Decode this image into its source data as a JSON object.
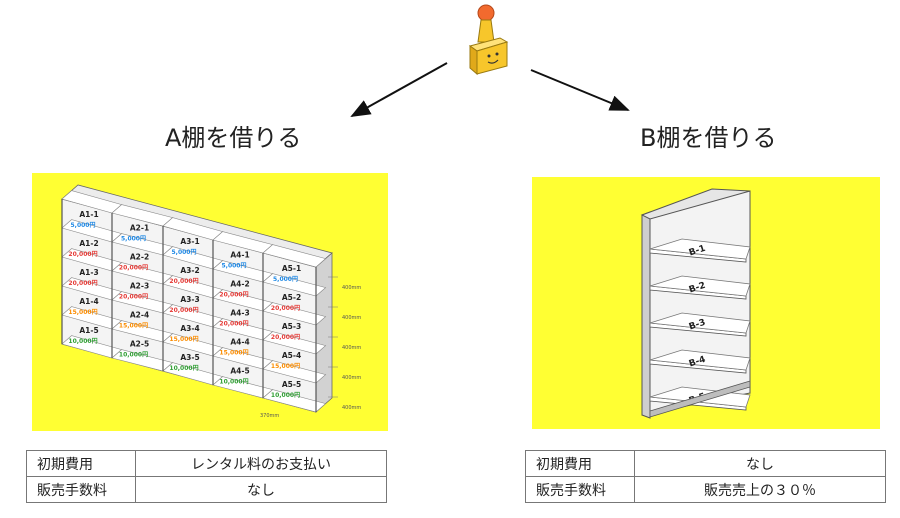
{
  "colors": {
    "panel_bg": "#ffff33",
    "price_blue": "#1e88e5",
    "price_red": "#e53935",
    "price_orange": "#fb8c00",
    "price_green": "#2e9e32",
    "mascot_head": "#f26a2e",
    "mascot_body": "#f7c62b"
  },
  "icons": {
    "mascot": "robot-mascot-icon"
  },
  "option_a": {
    "title": "A棚を借りる",
    "columns": [
      {
        "cells": [
          {
            "label": "A1-1",
            "price": "5,000円",
            "color": "blue"
          },
          {
            "label": "A1-2",
            "price": "20,000円",
            "color": "red"
          },
          {
            "label": "A1-3",
            "price": "20,000円",
            "color": "red"
          },
          {
            "label": "A1-4",
            "price": "15,000円",
            "color": "orange"
          },
          {
            "label": "A1-5",
            "price": "10,000円",
            "color": "green"
          }
        ]
      },
      {
        "cells": [
          {
            "label": "A2-1",
            "price": "5,000円",
            "color": "blue"
          },
          {
            "label": "A2-2",
            "price": "20,000円",
            "color": "red"
          },
          {
            "label": "A2-3",
            "price": "20,000円",
            "color": "red"
          },
          {
            "label": "A2-4",
            "price": "15,000円",
            "color": "orange"
          },
          {
            "label": "A2-5",
            "price": "10,000円",
            "color": "green"
          }
        ]
      },
      {
        "cells": [
          {
            "label": "A3-1",
            "price": "5,000円",
            "color": "blue"
          },
          {
            "label": "A3-2",
            "price": "20,000円",
            "color": "red"
          },
          {
            "label": "A3-3",
            "price": "20,000円",
            "color": "red"
          },
          {
            "label": "A3-4",
            "price": "15,000円",
            "color": "orange"
          },
          {
            "label": "A3-5",
            "price": "10,000円",
            "color": "green"
          }
        ]
      },
      {
        "cells": [
          {
            "label": "A4-1",
            "price": "5,000円",
            "color": "blue"
          },
          {
            "label": "A4-2",
            "price": "20,000円",
            "color": "red"
          },
          {
            "label": "A4-3",
            "price": "20,000円",
            "color": "red"
          },
          {
            "label": "A4-4",
            "price": "15,000円",
            "color": "orange"
          },
          {
            "label": "A4-5",
            "price": "10,000円",
            "color": "green"
          }
        ]
      },
      {
        "cells": [
          {
            "label": "A5-1",
            "price": "5,000円",
            "color": "blue"
          },
          {
            "label": "A5-2",
            "price": "20,000円",
            "color": "red"
          },
          {
            "label": "A5-3",
            "price": "20,000円",
            "color": "red"
          },
          {
            "label": "A5-4",
            "price": "15,000円",
            "color": "orange"
          },
          {
            "label": "A5-5",
            "price": "10,000円",
            "color": "green"
          }
        ]
      }
    ],
    "dimensions": [
      "400mm",
      "400mm",
      "400mm",
      "400mm",
      "400mm"
    ],
    "width_dimension": "370mm",
    "table": {
      "rows": [
        {
          "key": "初期費用",
          "value": "レンタル料のお支払い"
        },
        {
          "key": "販売手数料",
          "value": "なし"
        }
      ]
    }
  },
  "option_b": {
    "title": "B棚を借りる",
    "shelves": [
      "B-1",
      "B-2",
      "B-3",
      "B-4",
      "B-5"
    ],
    "table": {
      "rows": [
        {
          "key": "初期費用",
          "value": "なし"
        },
        {
          "key": "販売手数料",
          "value": "販売売上の３０％"
        }
      ]
    }
  }
}
